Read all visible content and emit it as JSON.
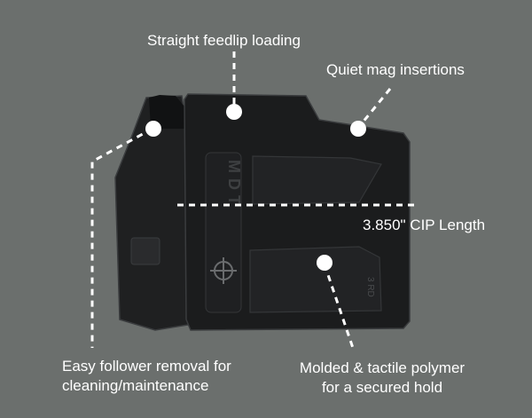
{
  "callouts": {
    "feedlip": "Straight feedlip loading",
    "quiet": "Quiet mag insertions",
    "cip_length": "3.850\" CIP Length",
    "follower_line1": "Easy follower removal for",
    "follower_line2": "cleaning/maintenance",
    "polymer_line1": "Molded & tactile polymer",
    "polymer_line2": "for a secured hold"
  },
  "product": {
    "brand_mark": "MDT",
    "capacity_mark": "3 RD"
  },
  "colors": {
    "background": "#6b6f6d",
    "text": "#ffffff",
    "magazine_body": "#1b1c1d",
    "magazine_edge": "#3a3c3e"
  }
}
